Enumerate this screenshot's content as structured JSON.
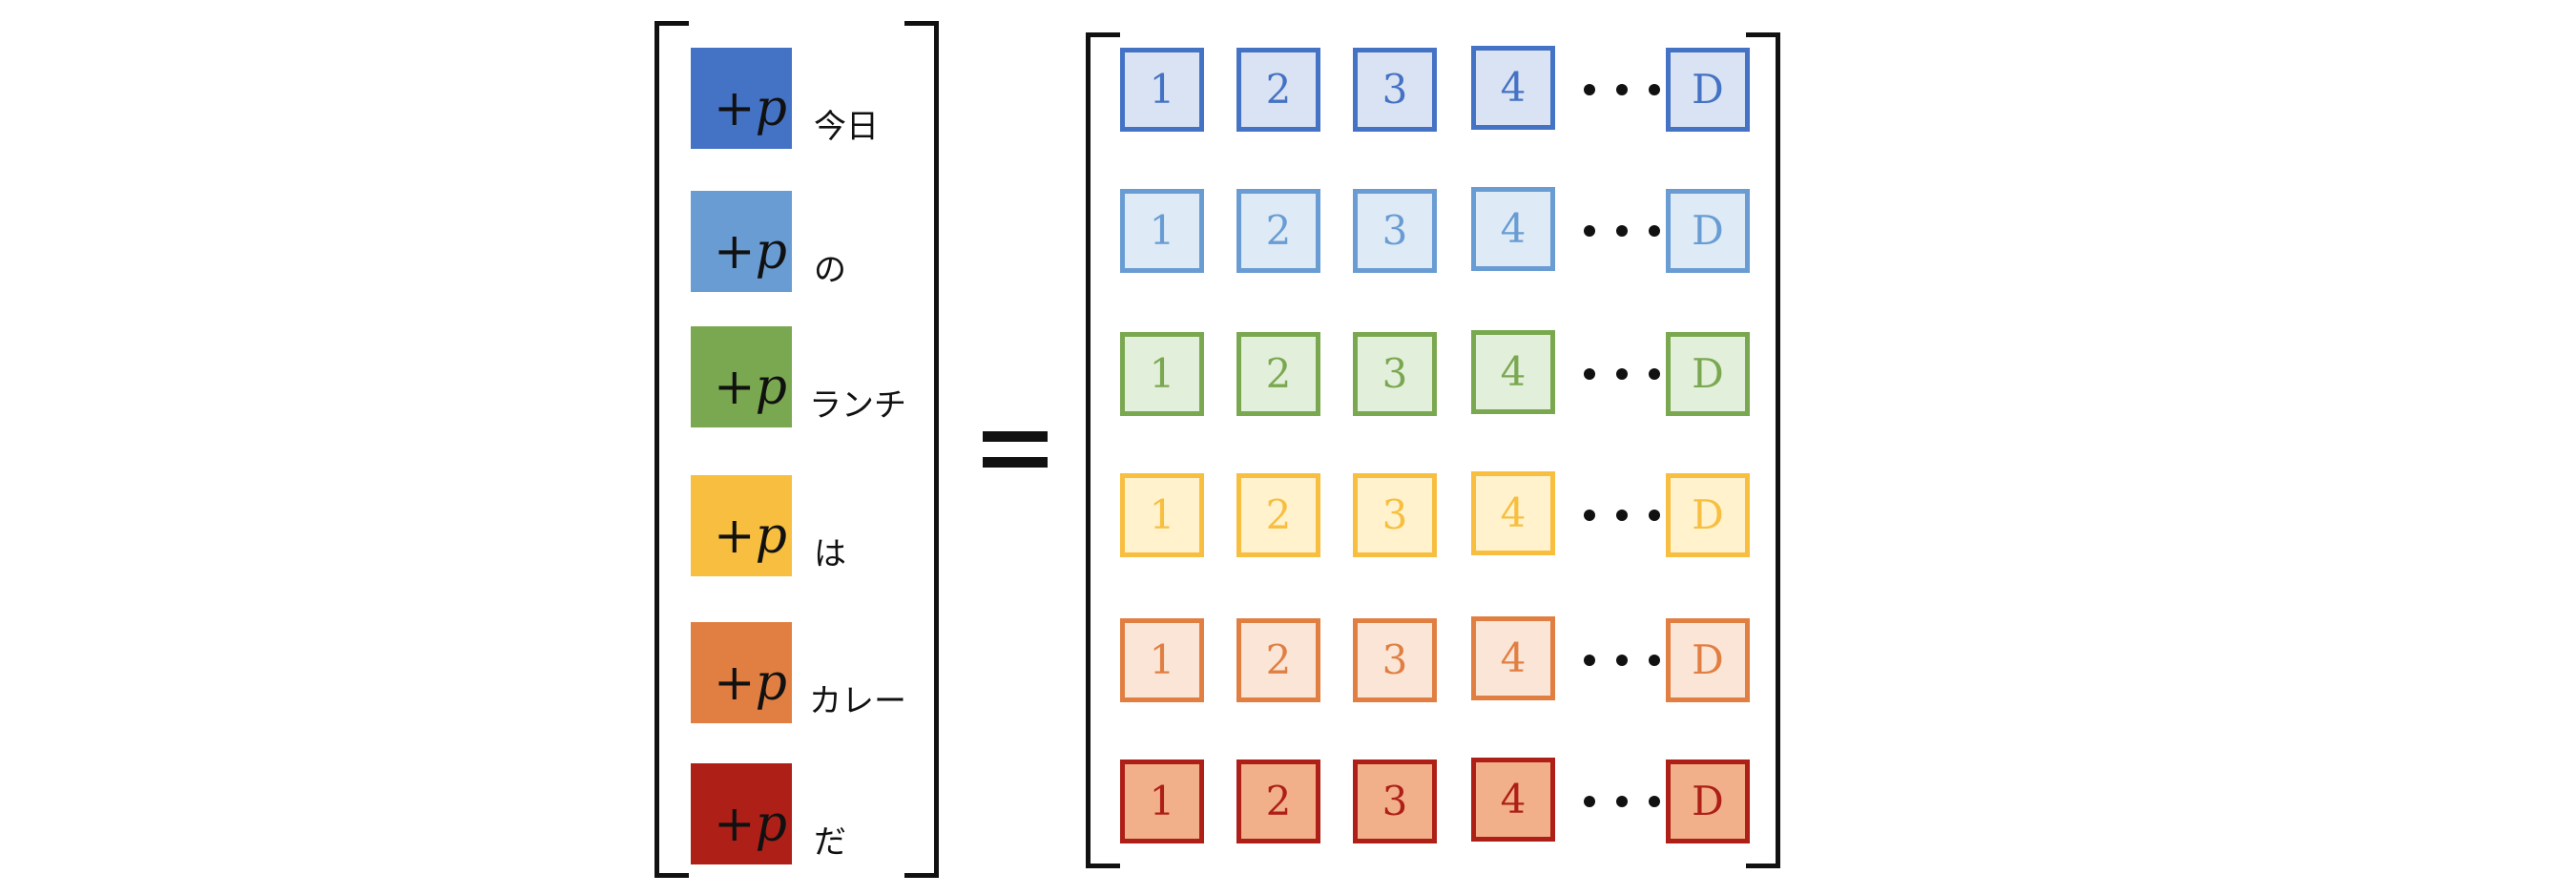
{
  "tokens": [
    {
      "word": "今日",
      "color": "#4472C4"
    },
    {
      "word": "の",
      "color": "#699CD3"
    },
    {
      "word": "ランチ",
      "color": "#7AA850"
    },
    {
      "word": "は",
      "color": "#F7BE40"
    },
    {
      "word": "カレー",
      "color": "#E17F43"
    },
    {
      "word": "だ",
      "color": "#AD1F17"
    }
  ],
  "positional_label": "+p",
  "equals_sign": "=",
  "matrix": {
    "column_labels": [
      "1",
      "2",
      "3",
      "4",
      "D"
    ],
    "ellipsis": "⋯",
    "rows": [
      {
        "border": "#4472C4",
        "fill": "#DAE3F3",
        "text": "#4472C4"
      },
      {
        "border": "#699CD3",
        "fill": "#DEEBF7",
        "text": "#699CD3"
      },
      {
        "border": "#7AA850",
        "fill": "#E2EFDA",
        "text": "#7AA850"
      },
      {
        "border": "#F7BE40",
        "fill": "#FFF2CC",
        "text": "#F7BE40"
      },
      {
        "border": "#E17F43",
        "fill": "#FBE5D6",
        "text": "#E17F43"
      },
      {
        "border": "#AD1F17",
        "fill": "#F1B089",
        "text": "#AD1F17"
      }
    ]
  }
}
